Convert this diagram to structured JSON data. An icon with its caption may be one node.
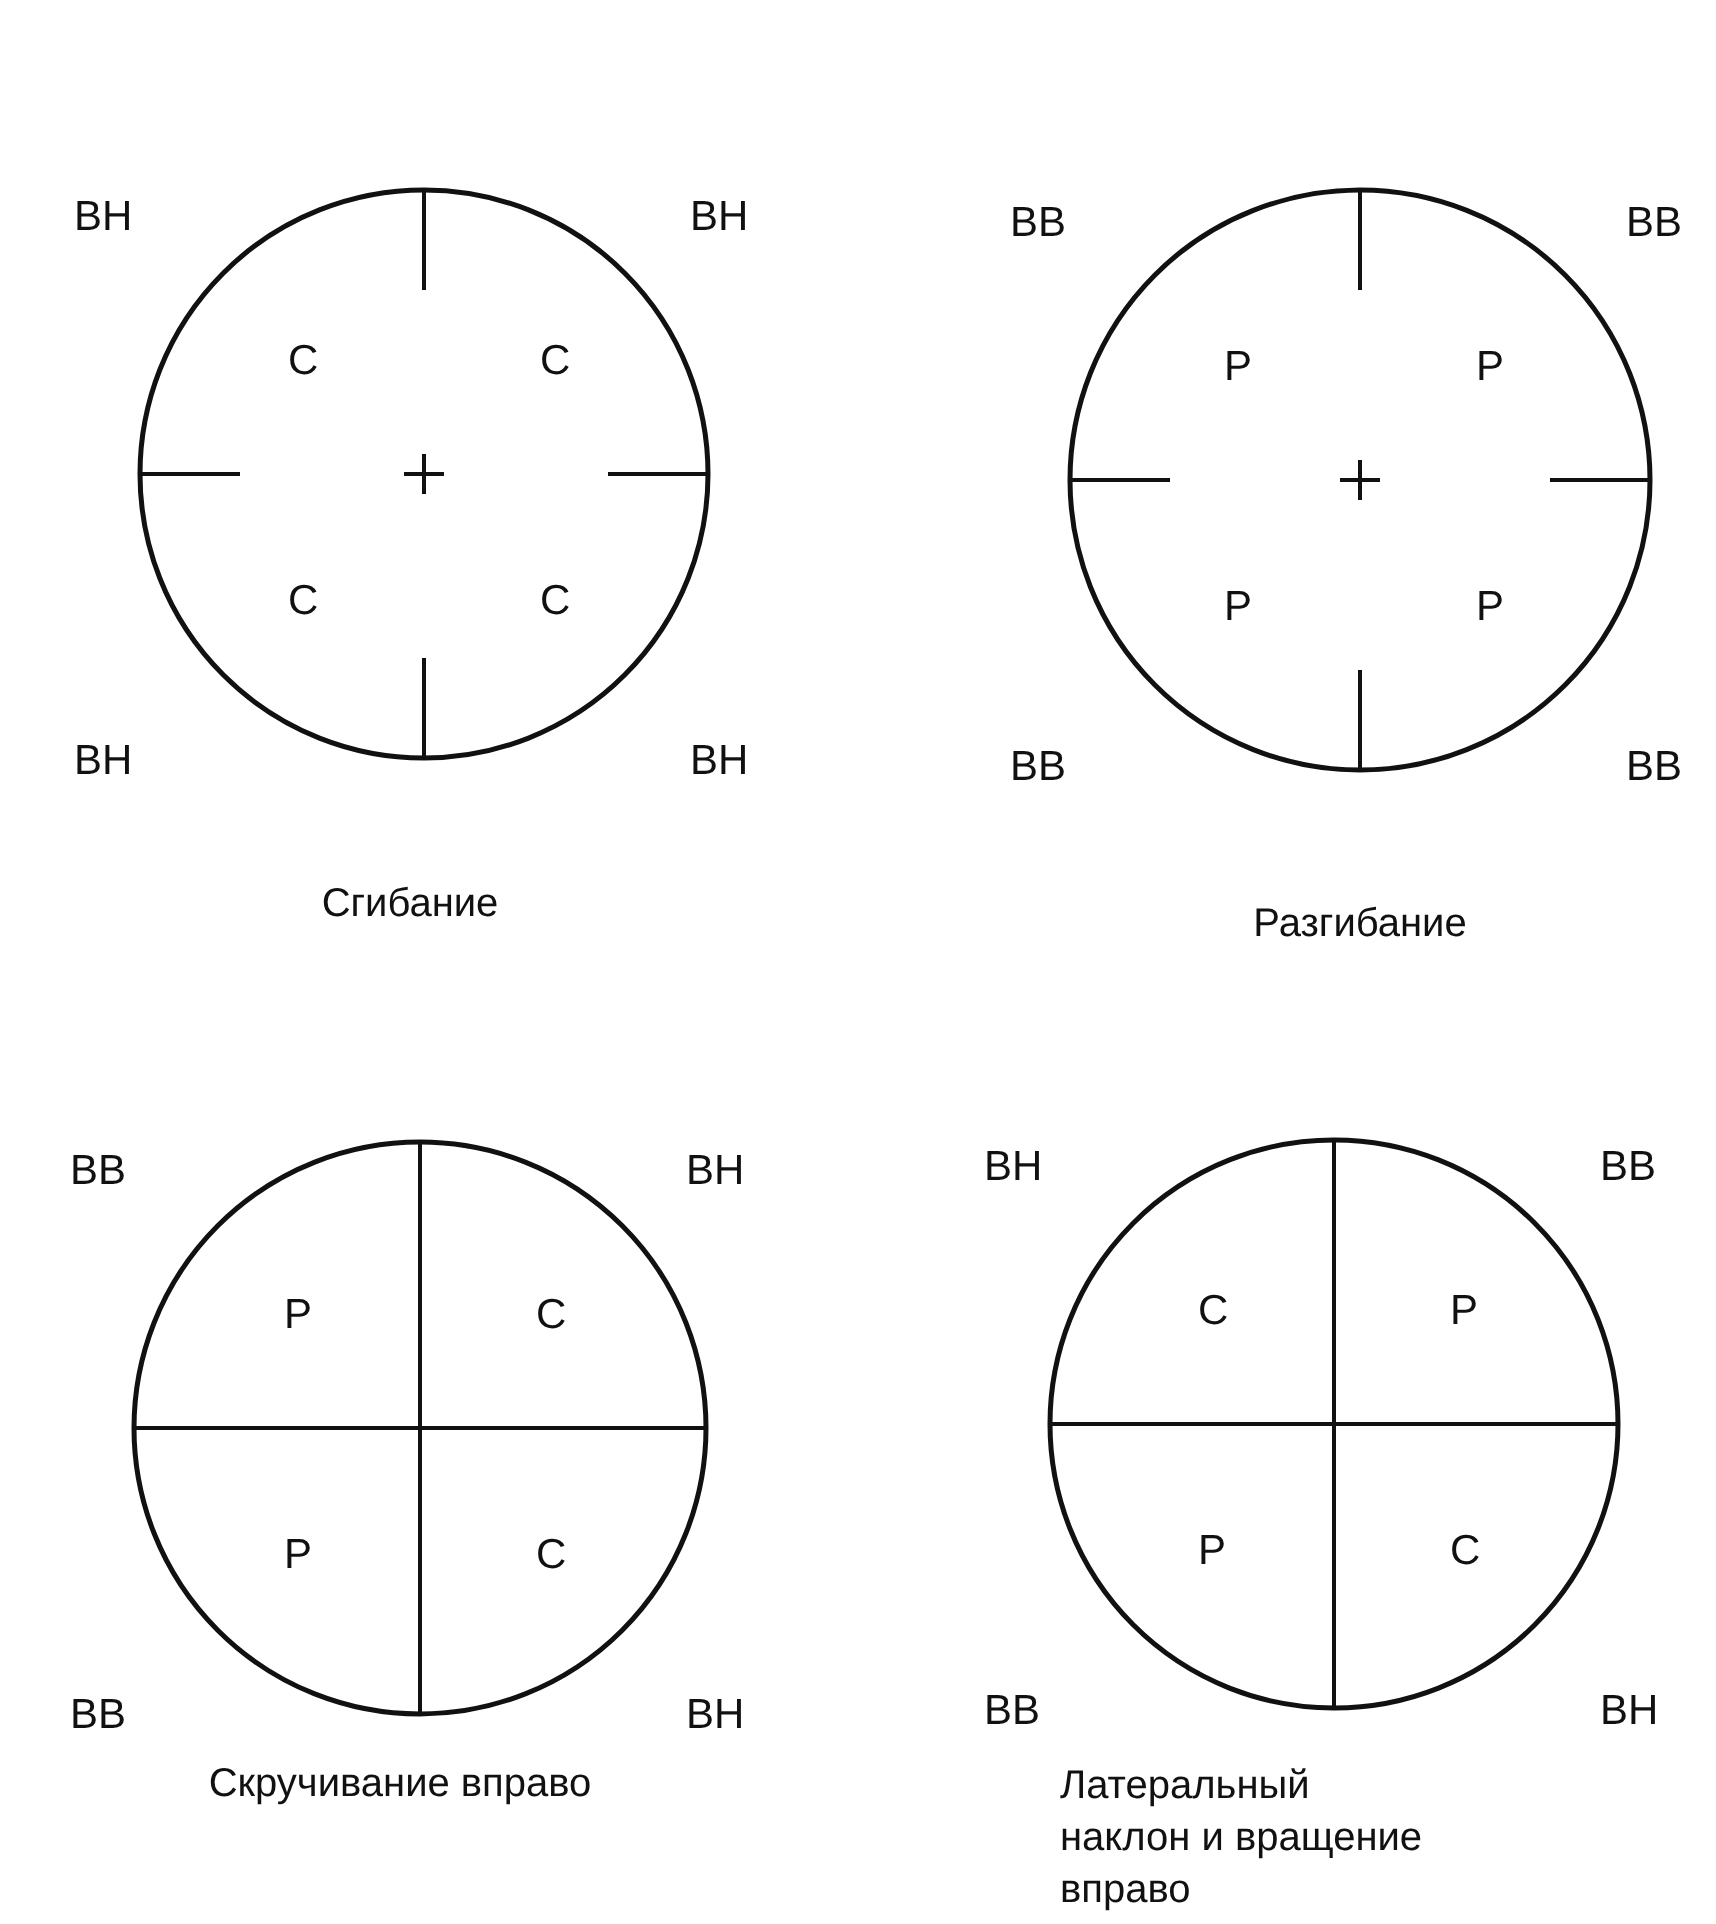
{
  "diagram": {
    "nodes": [
      {
        "text": [
          "С",
          "С",
          "С",
          "С"
        ],
        "beside": [
          "ВН",
          "ВН",
          "ВН",
          "ВН",
          "Сгибание"
        ]
      },
      {
        "text": [
          "Р",
          "Р",
          "Р",
          "Р"
        ],
        "beside": [
          "ВВ",
          "ВВ",
          "ВВ",
          "ВВ",
          "Разгибание"
        ]
      },
      {
        "text": [
          "Р",
          "С",
          "Р",
          "С"
        ],
        "beside": [
          "ВВ",
          "ВН",
          "ВВ",
          "ВН",
          "Скручивание вправо"
        ]
      },
      {
        "text": [
          "С",
          "Р",
          "Р",
          "С"
        ],
        "beside": [
          "ВН",
          "ВВ",
          "ВВ",
          "ВН",
          "Латеральный наклон и вращение вправо"
        ]
      }
    ]
  }
}
